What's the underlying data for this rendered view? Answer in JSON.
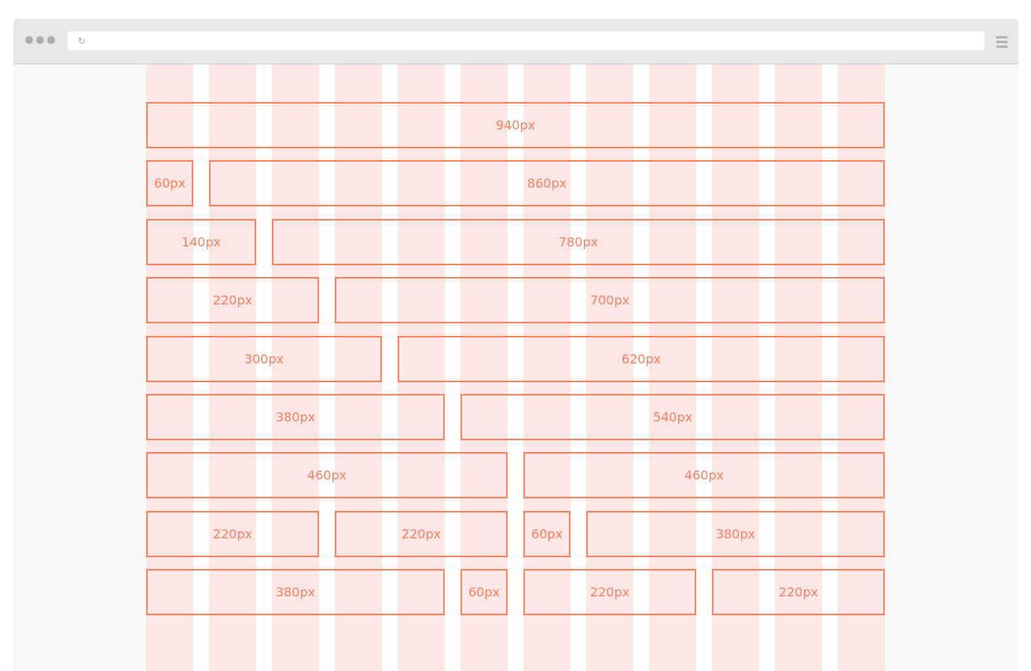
{
  "browser": {
    "address": "",
    "icons": {
      "reload": "reload-icon",
      "menu": "hamburger-menu-icon"
    }
  },
  "grid": {
    "columns": 12,
    "total_width_label": "940px"
  },
  "rows": [
    [
      "940px"
    ],
    [
      "60px",
      "860px"
    ],
    [
      "140px",
      "780px"
    ],
    [
      "220px",
      "700px"
    ],
    [
      "300px",
      "620px"
    ],
    [
      "380px",
      "540px"
    ],
    [
      "460px",
      "460px"
    ],
    [
      "220px",
      "220px",
      "60px",
      "380px"
    ],
    [
      "380px",
      "60px",
      "220px",
      "220px"
    ]
  ],
  "colors": {
    "accent": "#fd8460",
    "column": "#fce6e6",
    "background": "#f8f8f8"
  }
}
